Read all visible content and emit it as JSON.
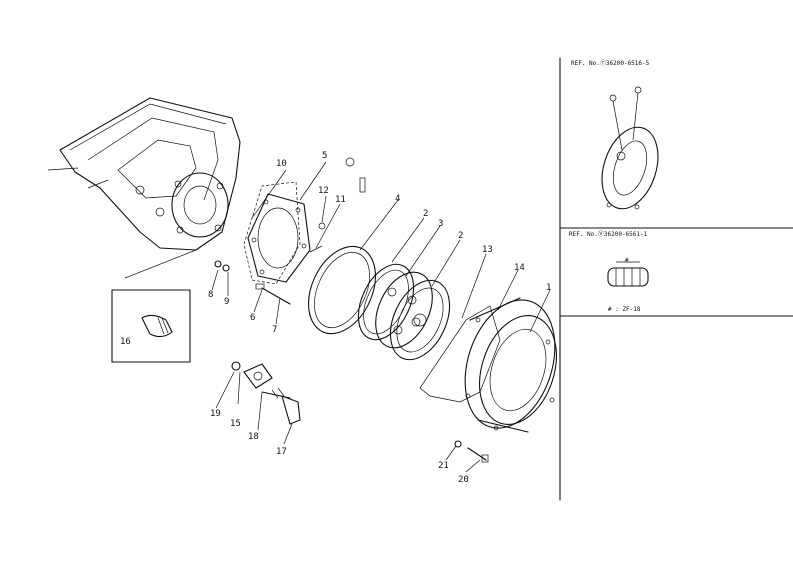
{
  "callouts": {
    "c1": "1",
    "c2a": "2",
    "c2b": "2",
    "c3": "3",
    "c4": "4",
    "c5": "5",
    "c6": "6",
    "c7": "7",
    "c8": "8",
    "c9": "9",
    "c10": "10",
    "c11": "11",
    "c12": "12",
    "c13": "13",
    "c14": "14",
    "c15": "15",
    "c16": "16",
    "c17": "17",
    "c18": "18",
    "c19": "19",
    "c20": "20",
    "c21": "21"
  },
  "inset_top": {
    "ref": "REF. No.Ⓣ36200-6516-5"
  },
  "inset_bottom": {
    "ref": "REF. No.Ⓥ36200-6561-1",
    "note": "# : ZF-18"
  }
}
